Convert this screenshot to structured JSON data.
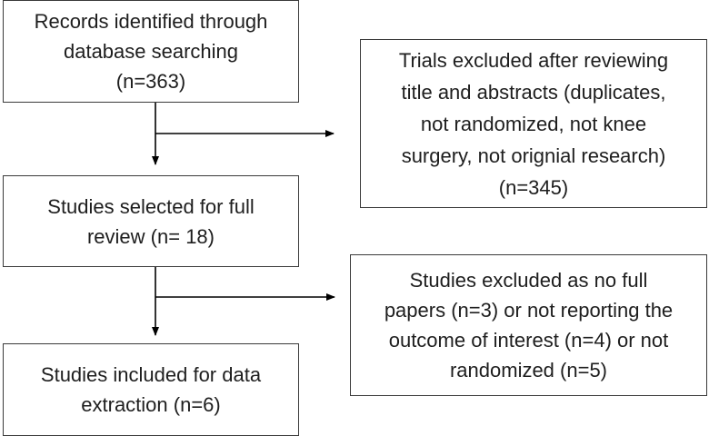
{
  "boxes": {
    "records_identified": {
      "lines": [
        "Records identified through",
        "database searching",
        "(n=363)"
      ]
    },
    "trials_excluded": {
      "lines": [
        "Trials excluded after reviewing",
        "title and abstracts (duplicates,",
        "not randomized, not knee",
        "surgery, not orignial research)",
        "(n=345)"
      ]
    },
    "studies_selected": {
      "lines": [
        "Studies selected for full",
        "review (n= 18)"
      ]
    },
    "studies_excluded": {
      "lines": [
        "Studies excluded as no full",
        "papers (n=3) or not reporting the",
        "outcome of interest (n=4) or not",
        "randomized (n=5)"
      ]
    },
    "studies_included": {
      "lines": [
        "Studies included for data",
        "extraction (n=6)"
      ]
    }
  },
  "colors": {
    "border": "#3a3a3a",
    "text": "#1e1e1e",
    "arrow": "#000000"
  }
}
